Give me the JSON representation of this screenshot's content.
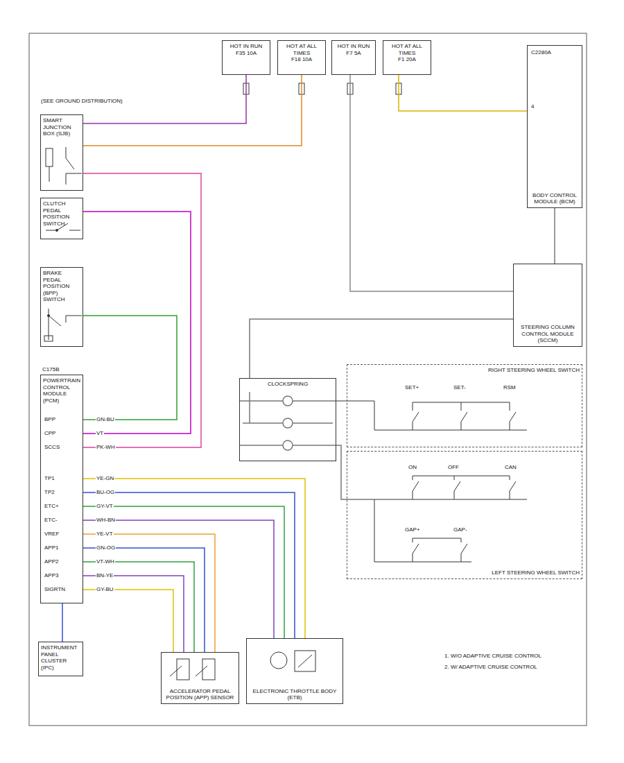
{
  "diagram": {
    "nodes": [
      {
        "text": [
          "HOT IN RUN",
          "F35 10A"
        ]
      },
      {
        "text": [
          "HOT AT ALL TIMES",
          "F18 10A"
        ]
      },
      {
        "text": [
          "HOT IN RUN",
          "F7 5A"
        ]
      },
      {
        "text": [
          "HOT AT ALL TIMES",
          "F1 20A"
        ]
      },
      {
        "text": [
          "SMART JUNCTION BOX (SJB)"
        ]
      },
      {
        "text": [
          "CLUTCH PEDAL POSITION SWITCH"
        ]
      },
      {
        "text": [
          "BRAKE PEDAL POSITION (BPP) SWITCH"
        ]
      },
      {
        "text": [
          "POWERTRAIN CONTROL MODULE (PCM)"
        ]
      },
      {
        "text": [
          "INSTRUMENT PANEL CLUSTER (IPC)"
        ]
      },
      {
        "text": [
          "ACCELERATOR PEDAL POSITION (APP) SENSOR"
        ]
      },
      {
        "text": [
          "ELECTRONIC THROTTLE BODY (ETB)"
        ]
      },
      {
        "text": [
          "CLOCKSPRING"
        ]
      },
      {
        "text": [
          "RIGHT STEERING WHEEL SWITCH"
        ]
      },
      {
        "text": [
          "LEFT STEERING WHEEL SWITCH"
        ]
      },
      {
        "text": [
          "BODY CONTROL MODULE (BCM)"
        ]
      },
      {
        "text": [
          "STEERING COLUMN CONTROL MODULE (SCCM)"
        ]
      }
    ],
    "edges": [
      {
        "from": 0,
        "to": 4,
        "arrow": "none"
      },
      {
        "from": 1,
        "to": 4,
        "arrow": "none"
      },
      {
        "from": 3,
        "to": 14,
        "arrow": "none"
      },
      {
        "from": 2,
        "to": 15,
        "arrow": "none"
      },
      {
        "from": 4,
        "to": 7,
        "arrow": "none"
      },
      {
        "from": 6,
        "to": 7,
        "arrow": "none"
      },
      {
        "from": 5,
        "to": 7,
        "arrow": "none"
      },
      {
        "from": 7,
        "to": 10,
        "arrow": "none"
      },
      {
        "from": 7,
        "to": 10,
        "arrow": "none"
      },
      {
        "from": 7,
        "to": 10,
        "arrow": "none"
      },
      {
        "from": 7,
        "to": 10,
        "arrow": "none"
      },
      {
        "from": 7,
        "to": 9,
        "arrow": "none"
      },
      {
        "from": 7,
        "to": 9,
        "arrow": "none"
      },
      {
        "from": 7,
        "to": 9,
        "arrow": "none"
      },
      {
        "from": 7,
        "to": 9,
        "arrow": "none"
      },
      {
        "from": 7,
        "to": 9,
        "arrow": "none"
      },
      {
        "from": 7,
        "to": 8,
        "arrow": "none"
      },
      {
        "from": 11,
        "to": 15,
        "arrow": "none"
      },
      {
        "from": 11,
        "to": 12,
        "arrow": "none"
      },
      {
        "from": 11,
        "to": 13,
        "arrow": "none"
      },
      {
        "from": 14,
        "to": 15,
        "arrow": "none"
      }
    ],
    "labels": [
      "(SEE GROUND DISTRIBUTION)",
      "C175B",
      "BPP",
      "CPP",
      "SCCS",
      "TP1",
      "TP2",
      "ETC+",
      "ETC-",
      "VREF",
      "APP1",
      "APP2",
      "APP3",
      "SIGRTN",
      "GN-BU",
      "VT",
      "PK-WH",
      "YE-GN",
      "BU-OG",
      "GY-VT",
      "WH-BN",
      "YE-VT",
      "GN-OG",
      "VT-WH",
      "BN-YE",
      "GY-BU",
      "C2280A",
      "4",
      "SET+",
      "SET-",
      "RSM",
      "ON",
      "OFF",
      "CAN",
      "GAP+",
      "GAP-",
      "1. W/O ADAPTIVE CRUISE CONTROL",
      "2. W/ ADAPTIVE CRUISE CONTROL"
    ]
  }
}
